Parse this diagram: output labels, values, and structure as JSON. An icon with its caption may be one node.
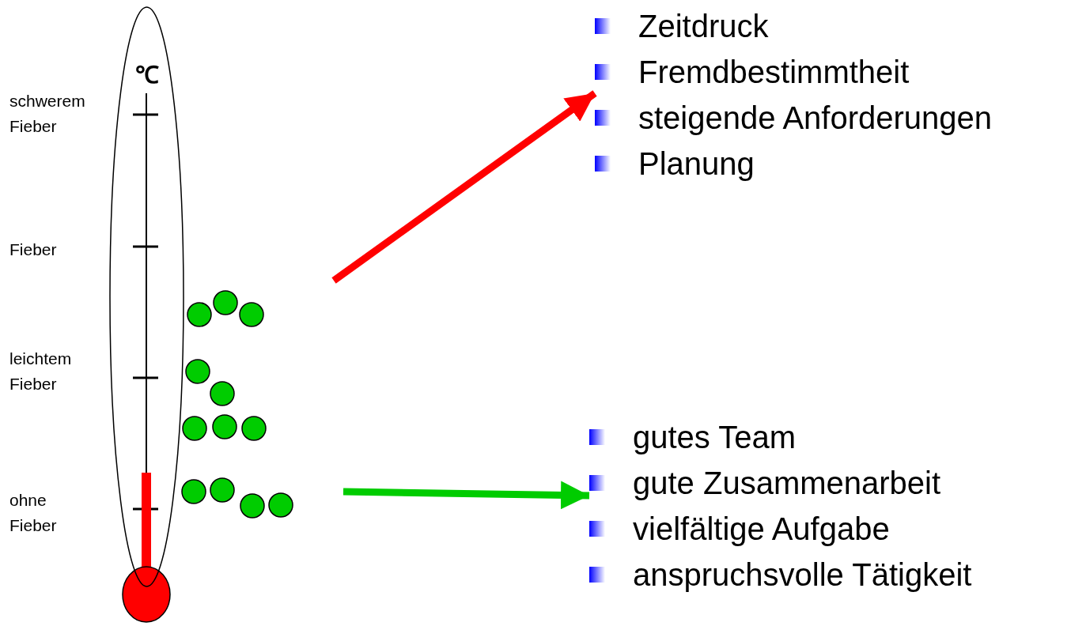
{
  "diagram": {
    "nodes": [
      {
        "text": [
          "℃"
        ]
      },
      {
        "text": [
          "Zeitdruck",
          "Fremdbestimmtheit",
          "steigende Anforderungen",
          "Planung"
        ]
      },
      {
        "text": [
          "gutes Team",
          "gute Zusammenarbeit",
          "vielfältige Aufgabe",
          "anspruchsvolle Tätigkeit"
        ]
      }
    ],
    "edges": [
      {
        "from": null,
        "to": 1,
        "arrow": "to",
        "color": "#ff0000"
      },
      {
        "from": null,
        "to": 2,
        "arrow": "to",
        "color": "#00cc00"
      }
    ],
    "labels": [
      "schwerem Fieber",
      "Fieber",
      "leichtem Fieber",
      "ohne Fieber"
    ]
  }
}
